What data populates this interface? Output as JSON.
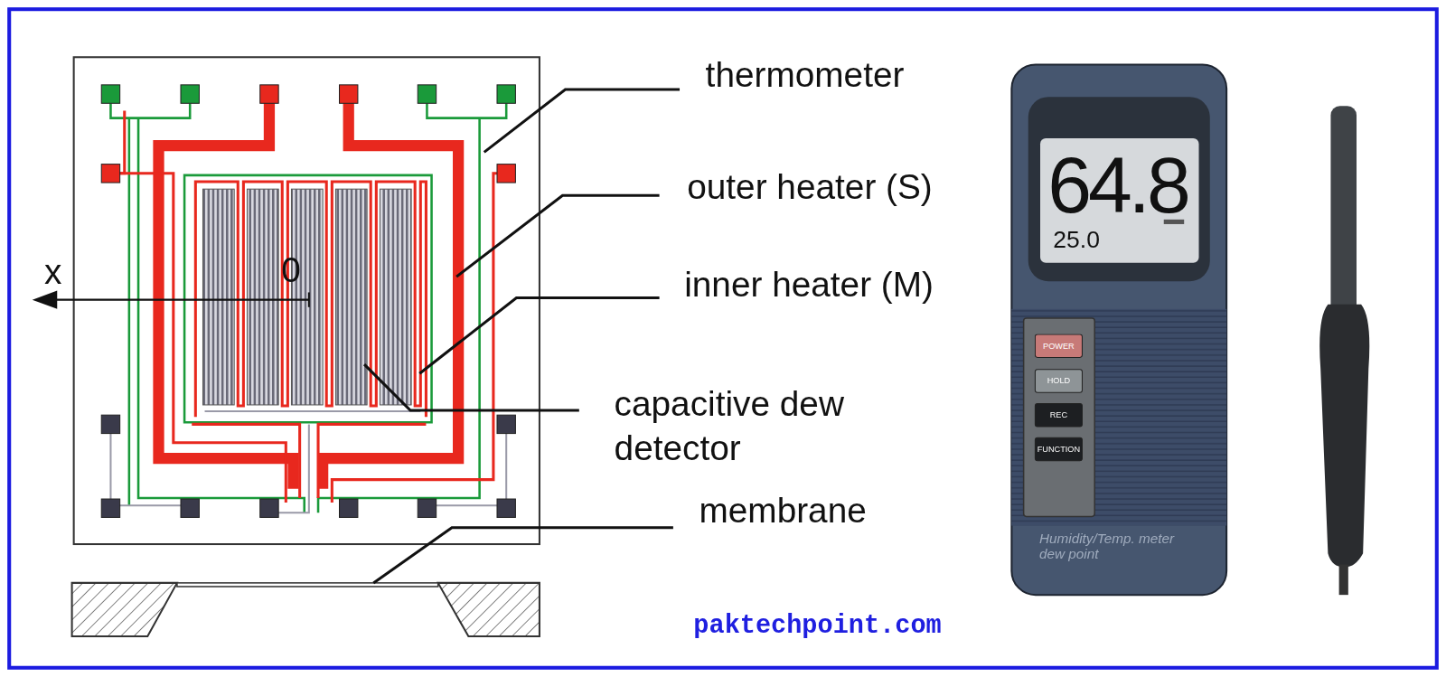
{
  "diagram": {
    "nodes": [
      {
        "text": [
          "Humidity/Temp. meter dew point"
        ]
      },
      {
        "text": [
          "64.8",
          "25.0"
        ],
        "in": 0
      },
      {
        "text": [
          "POWER"
        ],
        "in": 0
      },
      {
        "text": [
          "HOLD"
        ],
        "in": 0
      },
      {
        "text": [
          "REC"
        ],
        "in": 0
      },
      {
        "text": [
          "FUNCTION"
        ],
        "in": 0
      }
    ],
    "labels": [
      "thermometer",
      "outer heater (S)",
      "inner heater (M)",
      "capacitive dew detector",
      "membrane",
      "x",
      "0",
      "paktechpoint.com"
    ]
  }
}
